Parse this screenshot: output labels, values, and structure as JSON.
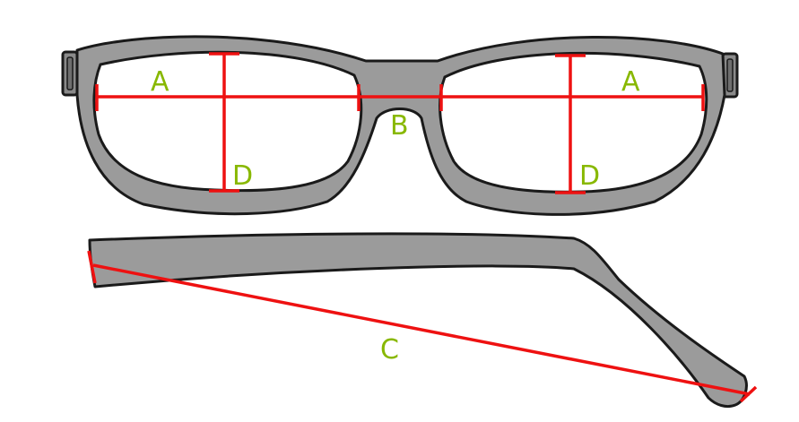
{
  "labels": {
    "lens_width_left": "A",
    "lens_width_right": "A",
    "bridge_width": "B",
    "temple_length": "C",
    "lens_height_left": "D",
    "lens_height_right": "D"
  },
  "colors": {
    "measure_line": "#ee1111",
    "label_text": "#88b800",
    "frame_fill": "#9b9b9b",
    "outline": "#1a1a1a"
  }
}
